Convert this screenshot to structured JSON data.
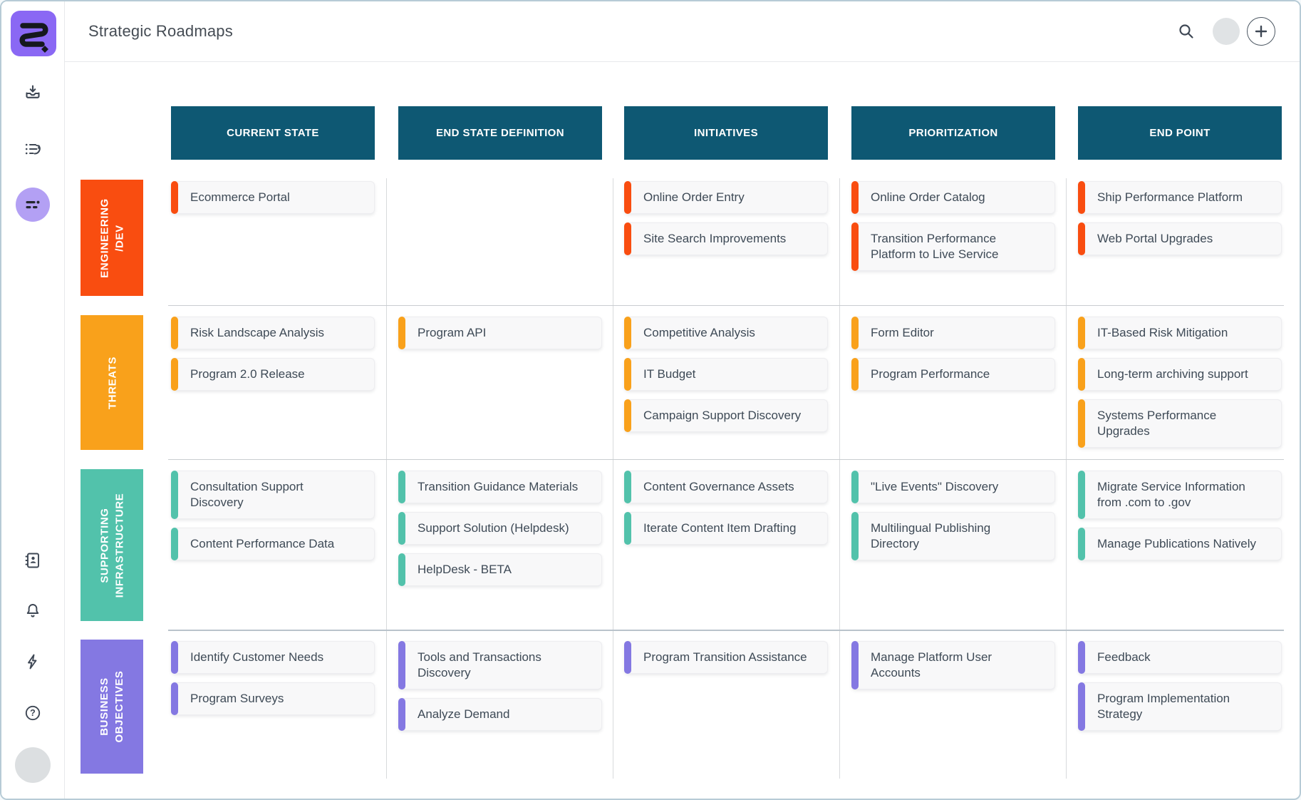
{
  "app": {
    "title": "Strategic Roadmaps"
  },
  "colors": {
    "logo_purple": "#8a68f4",
    "active_nav_purple": "#b3a0f4",
    "column_header": "#0e5873",
    "row_engineering": "#f94d10",
    "row_threats": "#f9a11b",
    "row_supporting": "#52c2ab",
    "row_business": "#8478e2"
  },
  "sidebar": {
    "icons": [
      "app-logo",
      "import-icon",
      "backlog-icon",
      "roadmap-icon",
      "contacts-icon",
      "bell-icon",
      "lightning-icon",
      "help-icon",
      "user-avatar"
    ]
  },
  "topbar": {
    "icons": [
      "search-icon",
      "user-avatar",
      "plus-icon"
    ]
  },
  "board": {
    "columns": [
      "CURRENT STATE",
      "END STATE DEFINITION",
      "INITIATIVES",
      "PRIORITIZATION",
      "END POINT"
    ],
    "rows": [
      {
        "label": "ENGINEERING\n/DEV",
        "color": "#f94d10",
        "cells": [
          [
            "Ecommerce Portal"
          ],
          [],
          [
            "Online Order Entry",
            "Site Search Improvements"
          ],
          [
            "Online Order Catalog",
            "Transition Performance Platform to Live Service"
          ],
          [
            "Ship Performance Platform",
            "Web Portal Upgrades"
          ]
        ]
      },
      {
        "label": "THREATS",
        "color": "#f9a11b",
        "cells": [
          [
            "Risk Landscape Analysis",
            "Program 2.0 Release"
          ],
          [
            "Program API"
          ],
          [
            "Competitive Analysis",
            "IT Budget",
            "Campaign Support Discovery"
          ],
          [
            "Form Editor",
            "Program Performance"
          ],
          [
            "IT-Based Risk Mitigation",
            "Long-term archiving support",
            "Systems Performance Upgrades"
          ]
        ]
      },
      {
        "label": "SUPPORTING\nINFRASTRUCTURE",
        "color": "#52c2ab",
        "cells": [
          [
            "Consultation Support Discovery",
            "Content Performance Data"
          ],
          [
            "Transition Guidance Materials",
            "Support Solution (Helpdesk)",
            "HelpDesk - BETA"
          ],
          [
            "Content Governance Assets",
            "Iterate Content Item Drafting"
          ],
          [
            "\"Live Events\" Discovery",
            "Multilingual Publishing Directory"
          ],
          [
            "Migrate Service Information from .com to .gov",
            "Manage Publications Natively"
          ]
        ]
      },
      {
        "label": "BUSINESS\nOBJECTIVES",
        "color": "#8478e2",
        "cells": [
          [
            "Identify Customer Needs",
            "Program Surveys"
          ],
          [
            "Tools and Transactions Discovery",
            "Analyze Demand"
          ],
          [
            "Program Transition Assistance"
          ],
          [
            "Manage Platform User Accounts"
          ],
          [
            "Feedback",
            "Program Implementation Strategy"
          ]
        ]
      }
    ]
  }
}
